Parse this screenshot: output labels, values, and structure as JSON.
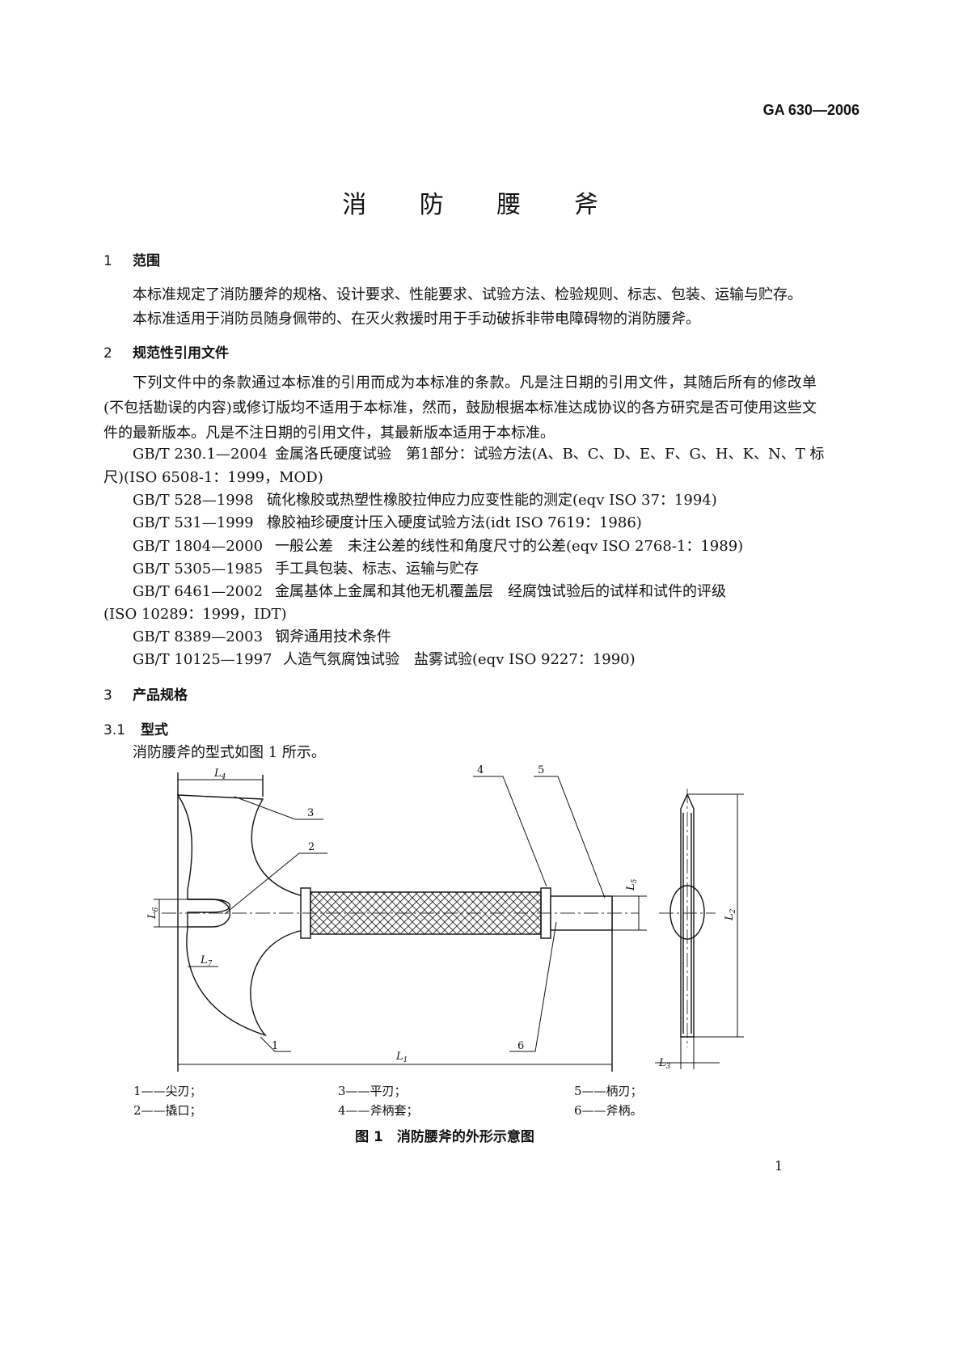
{
  "header": {
    "standard_code": "GA 630—2006"
  },
  "title": "消 防 腰 斧",
  "sections": [
    {
      "num": "1",
      "title": "范围",
      "paras": [
        "本标准规定了消防腰斧的规格、设计要求、性能要求、试验方法、检验规则、标志、包装、运输与贮存。",
        "本标准适用于消防员随身佩带的、在灭火救援时用于手动破拆非带电障碍物的消防腰斧。"
      ]
    },
    {
      "num": "2",
      "title": "规范性引用文件",
      "intro": "下列文件中的条款通过本标准的引用而成为本标准的条款。凡是注日期的引用文件，其随后所有的修改单(不包括勘误的内容)或修订版均不适用于本标准，然而，鼓励根据本标准达成协议的各方研究是否可使用这些文件的最新版本。凡是不注日期的引用文件，其最新版本适用于本标准。",
      "refs": [
        {
          "code": "GB/T 230.1—2004",
          "text": "金属洛氏硬度试验　第1部分：试验方法(A、B、C、D、E、F、G、H、K、N、T 标",
          "cont": "尺)(ISO 6508-1：1999，MOD)"
        },
        {
          "code": "GB/T 528—1998",
          "text": "硫化橡胶或热塑性橡胶拉伸应力应变性能的测定(eqv ISO 37：1994)"
        },
        {
          "code": "GB/T 531—1999",
          "text": "橡胶袖珍硬度计压入硬度试验方法(idt ISO 7619：1986)"
        },
        {
          "code": "GB/T 1804—2000",
          "text": "一般公差　未注公差的线性和角度尺寸的公差(eqv ISO 2768-1：1989)"
        },
        {
          "code": "GB/T 5305—1985",
          "text": "手工具包装、标志、运输与贮存"
        },
        {
          "code": "GB/T 6461—2002",
          "text": "金属基体上金属和其他无机覆盖层　经腐蚀试验后的试样和试件的评级",
          "cont": "(ISO 10289：1999，IDT)"
        },
        {
          "code": "GB/T 8389—2003",
          "text": "钢斧通用技术条件"
        },
        {
          "code": "GB/T 10125—1997",
          "text": "人造气氛腐蚀试验　盐雾试验(eqv ISO 9227：1990)"
        }
      ]
    },
    {
      "num": "3",
      "title": "产品规格"
    }
  ],
  "subsection": {
    "num": "3.1",
    "title": "型式",
    "text": "消防腰斧的型式如图 1 所示。"
  },
  "figure": {
    "callouts": [
      "1",
      "2",
      "3",
      "4",
      "5",
      "6"
    ],
    "dims": {
      "L1": {
        "base": "L",
        "sub": "1"
      },
      "L2": {
        "base": "L",
        "sub": "2"
      },
      "L3": {
        "base": "L",
        "sub": "3"
      },
      "L4": {
        "base": "L",
        "sub": "4"
      },
      "L5": {
        "base": "L",
        "sub": "5"
      },
      "L6": {
        "base": "L",
        "sub": "6"
      },
      "L7": {
        "base": "L",
        "sub": "7"
      }
    },
    "legend": [
      "1——尖刃；",
      "3——平刃；",
      "5——柄刃；",
      "2——撬口；",
      "4——斧柄套；",
      "6——斧柄。"
    ],
    "caption": "图 1　消防腰斧的外形示意图"
  },
  "page_number": "1"
}
